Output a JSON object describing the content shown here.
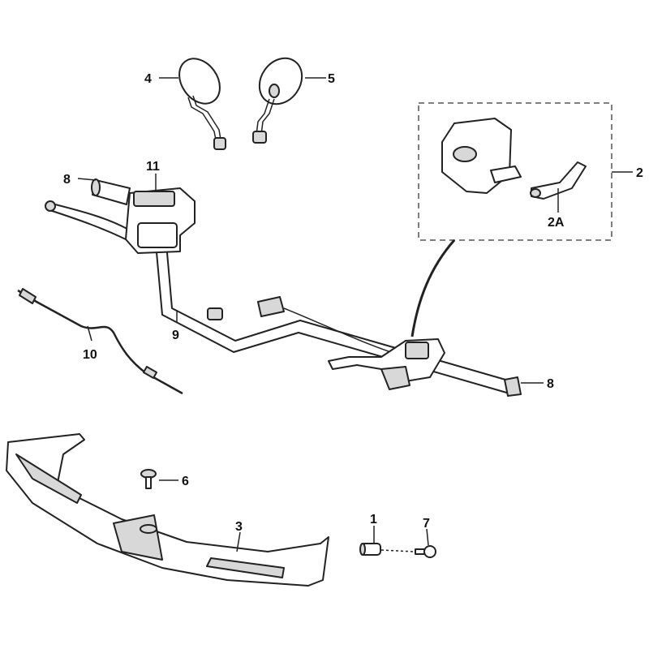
{
  "diagram": {
    "title": "Handlebar assembly exploded parts diagram",
    "labels": {
      "mirror_left": "4",
      "mirror_right": "5",
      "switch_assembly": "2",
      "switch_clamp": "2A",
      "grip_left": "8",
      "master_cylinder": "11",
      "handlebar": "9",
      "cable": "10",
      "grip_right": "8",
      "screw": "6",
      "handlebar_cover": "3",
      "spacer": "1",
      "bolt": "7"
    }
  }
}
